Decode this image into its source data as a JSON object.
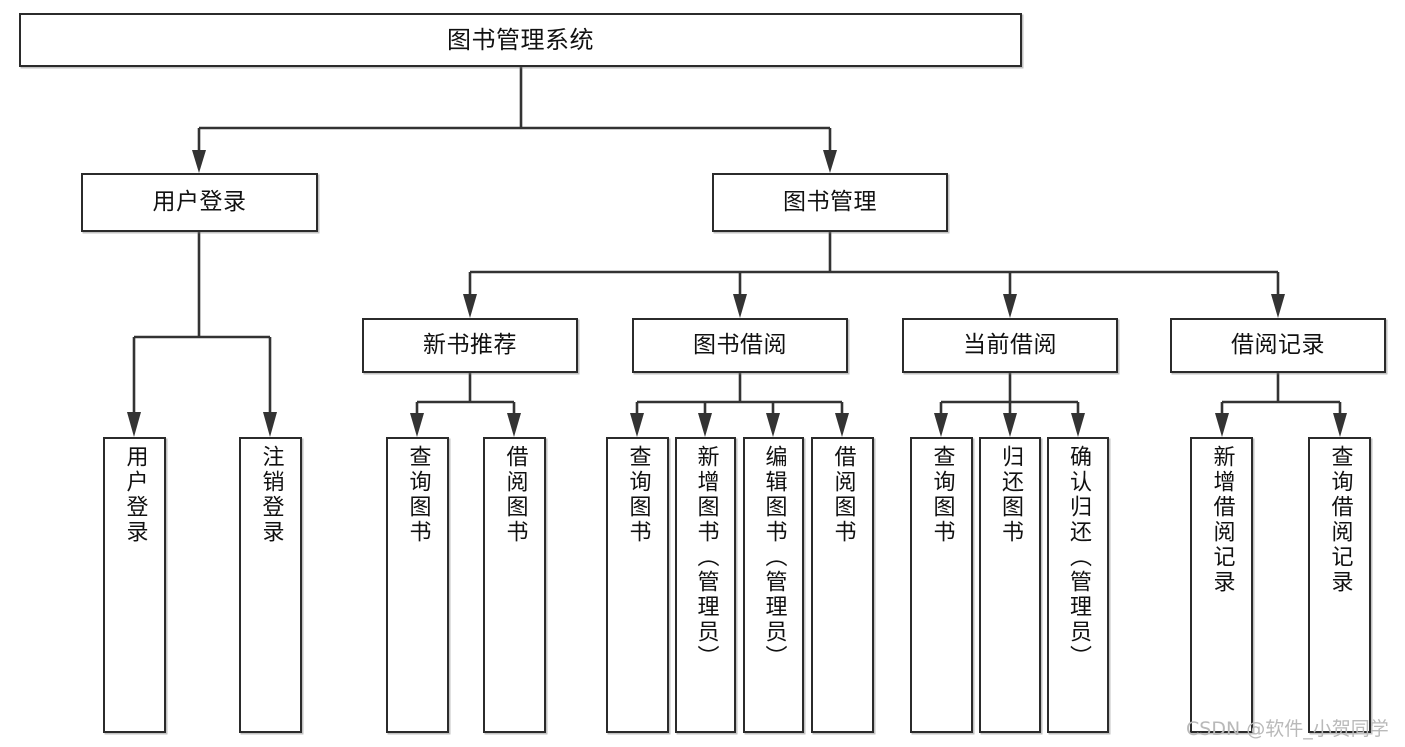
{
  "diagram": {
    "title": "图书管理系统",
    "type": "tree",
    "root": {
      "id": "root",
      "label": "图书管理系统",
      "orientation": "horizontal"
    },
    "level2": [
      {
        "id": "user-login",
        "label": "用户登录",
        "orientation": "horizontal"
      },
      {
        "id": "book-manage",
        "label": "图书管理",
        "orientation": "horizontal"
      }
    ],
    "level3": [
      {
        "id": "new-book-rec",
        "label": "新书推荐",
        "orientation": "horizontal",
        "parent": "book-manage"
      },
      {
        "id": "book-borrow",
        "label": "图书借阅",
        "orientation": "horizontal",
        "parent": "book-manage"
      },
      {
        "id": "current-borrow",
        "label": "当前借阅",
        "orientation": "horizontal",
        "parent": "book-manage"
      },
      {
        "id": "borrow-record",
        "label": "借阅记录",
        "orientation": "horizontal",
        "parent": "book-manage"
      }
    ],
    "leaves": [
      {
        "id": "leaf-user-login",
        "label": "用户登录",
        "parent": "user-login",
        "orientation": "vertical"
      },
      {
        "id": "leaf-user-logout",
        "label": "注销登录",
        "parent": "user-login",
        "orientation": "vertical"
      },
      {
        "id": "leaf-query-book-rec",
        "label": "查询图书",
        "parent": "new-book-rec",
        "orientation": "vertical"
      },
      {
        "id": "leaf-borrow-book-rec",
        "label": "借阅图书",
        "parent": "new-book-rec",
        "orientation": "vertical"
      },
      {
        "id": "leaf-query-book-borrow",
        "label": "查询图书",
        "parent": "book-borrow",
        "orientation": "vertical"
      },
      {
        "id": "leaf-add-book",
        "label": "新增图书（管理员）",
        "parent": "book-borrow",
        "orientation": "vertical"
      },
      {
        "id": "leaf-edit-book",
        "label": "编辑图书（管理员）",
        "parent": "book-borrow",
        "orientation": "vertical"
      },
      {
        "id": "leaf-borrow-book",
        "label": "借阅图书",
        "parent": "book-borrow",
        "orientation": "vertical"
      },
      {
        "id": "leaf-query-book-current",
        "label": "查询图书",
        "parent": "current-borrow",
        "orientation": "vertical"
      },
      {
        "id": "leaf-return-book",
        "label": "归还图书",
        "parent": "current-borrow",
        "orientation": "vertical"
      },
      {
        "id": "leaf-confirm-return",
        "label": "确认归还（管理员）",
        "parent": "current-borrow",
        "orientation": "vertical"
      },
      {
        "id": "leaf-add-record",
        "label": "新增借阅记录",
        "parent": "borrow-record",
        "orientation": "vertical"
      },
      {
        "id": "leaf-query-record",
        "label": "查询借阅记录",
        "parent": "borrow-record",
        "orientation": "vertical"
      }
    ],
    "watermark": "CSDN @软件_小贺同学",
    "colors": {
      "box_border": "#2b2b2b",
      "connector": "#333333",
      "background": "#ffffff",
      "text": "#111111",
      "watermark": "#b9b9b9"
    }
  }
}
